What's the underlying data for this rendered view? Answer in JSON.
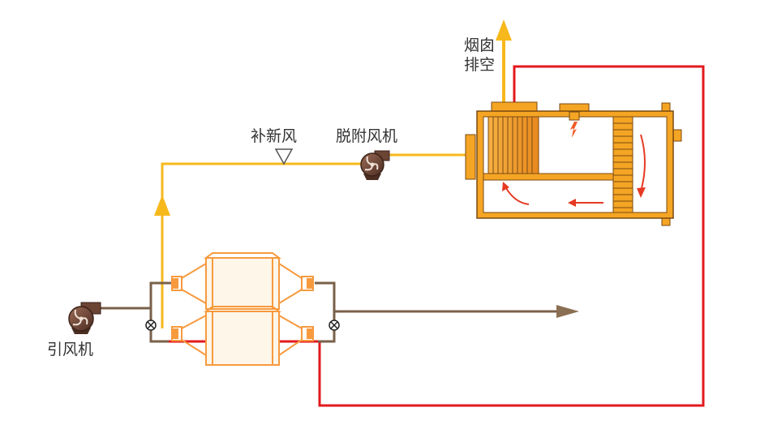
{
  "labels": {
    "chimney_line1": "烟囱",
    "chimney_line2": "排空",
    "fresh_air": "补新风",
    "desorption_fan": "脱附风机",
    "induced_fan": "引风机"
  },
  "colors": {
    "desorption_pipe": "#f7b81c",
    "hot_pipe": "#e3191c",
    "main_pipe": "#7a6049",
    "reactor_frame": "#ef8a1d",
    "reactor_fill": "#f5a524",
    "adsorber": "#f79a3e",
    "fan": "#6b4433",
    "flow_arrow": "#e63a24"
  }
}
